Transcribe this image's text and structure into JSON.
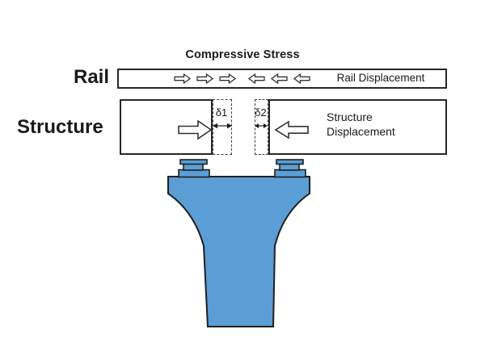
{
  "diagram": {
    "title": "Compressive Stress",
    "rail": {
      "label": "Rail",
      "displacement_label": "Rail Displacement",
      "right_arrow_count": 3,
      "left_arrow_count": 3
    },
    "structure": {
      "label": "Structure",
      "displacement_label_line1": "Structure",
      "displacement_label_line2": "Displacement",
      "gap_left_label": "δ1",
      "gap_right_label": "δ2"
    },
    "colors": {
      "pier_fill": "#5B9ED6",
      "outline": "#272727",
      "arrow_outline": "#333333",
      "text": "#1A1A1A",
      "background": "#FFFFFF"
    }
  }
}
